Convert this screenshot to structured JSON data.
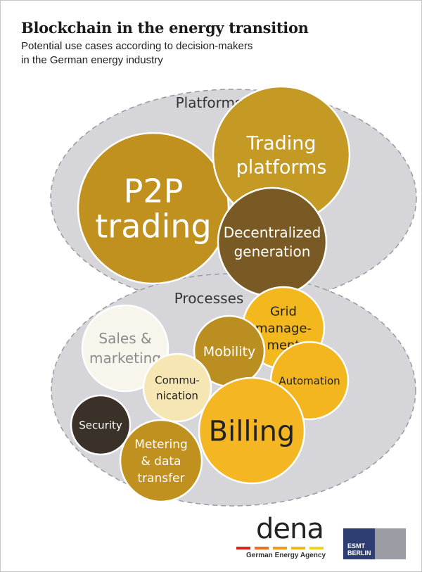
{
  "header": {
    "title": "Blockchain in the energy transition",
    "subtitle_line1": "Potential use cases according to decision-makers",
    "subtitle_line2": "in the German energy industry"
  },
  "groups": [
    {
      "label": "Platforms"
    },
    {
      "label": "Processes"
    }
  ],
  "bubbles": [
    {
      "name": "p2p-trading",
      "lines": [
        "P2P",
        "trading"
      ],
      "color": "#c0911f",
      "text_color": "#ffffff",
      "group": "Platforms"
    },
    {
      "name": "trading-platforms",
      "lines": [
        "Trading",
        "platforms"
      ],
      "color": "#c59a24",
      "text_color": "#ffffff",
      "group": "Platforms"
    },
    {
      "name": "decentralized-generation",
      "lines": [
        "Decentralized",
        "generation"
      ],
      "color": "#7a5a24",
      "text_color": "#ffffff",
      "group": "Platforms"
    },
    {
      "name": "grid-management",
      "lines": [
        "Grid",
        "manage-",
        "ment"
      ],
      "color": "#f2b81e",
      "text_color": "#222222",
      "group": "Processes"
    },
    {
      "name": "sales-marketing",
      "lines": [
        "Sales &",
        "marketing"
      ],
      "color": "#f8f6ec",
      "text_color": "#8a8a8a",
      "group": "Processes"
    },
    {
      "name": "mobility",
      "lines": [
        "Mobility"
      ],
      "color": "#bb8e22",
      "text_color": "#ffffff",
      "group": "Processes"
    },
    {
      "name": "automation",
      "lines": [
        "Automation"
      ],
      "color": "#f3b61f",
      "text_color": "#222222",
      "group": "Processes"
    },
    {
      "name": "communication",
      "lines": [
        "Commu-",
        "nication"
      ],
      "color": "#f5e6b4",
      "text_color": "#222222",
      "group": "Processes"
    },
    {
      "name": "billing",
      "lines": [
        "Billing"
      ],
      "color": "#f4b622",
      "text_color": "#222222",
      "group": "Processes"
    },
    {
      "name": "security",
      "lines": [
        "Security"
      ],
      "color": "#3a3128",
      "text_color": "#ffffff",
      "group": "Processes"
    },
    {
      "name": "metering-data-transfer",
      "lines": [
        "Metering",
        "& data",
        "transfer"
      ],
      "color": "#c0911f",
      "text_color": "#ffffff",
      "group": "Processes"
    }
  ],
  "footer": {
    "dena_word": "dena",
    "dena_tagline": "German Energy Agency",
    "dena_bar_colors": [
      "#d9261c",
      "#e8731f",
      "#ee9a22",
      "#f3b520",
      "#f6d21c"
    ],
    "esmt_line1": "ESMT",
    "esmt_line2": "BERLIN"
  }
}
